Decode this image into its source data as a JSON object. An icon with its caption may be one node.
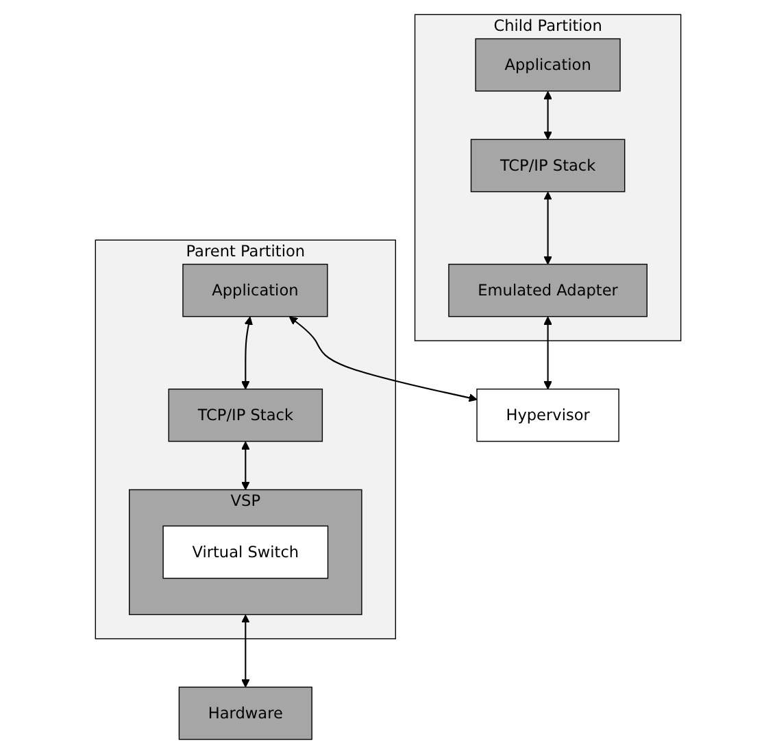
{
  "diagram": {
    "nodes": [
      {
        "text": [
          "Parent Partition"
        ]
      },
      {
        "text": [
          "Application"
        ],
        "in": 0
      },
      {
        "text": [
          "TCP/IP Stack"
        ],
        "in": 0
      },
      {
        "text": [
          "VSP"
        ],
        "in": 0
      },
      {
        "text": [
          "Virtual Switch"
        ],
        "in": 3
      },
      {
        "text": [
          "Child Partition"
        ]
      },
      {
        "text": [
          "Application"
        ],
        "in": 5
      },
      {
        "text": [
          "TCP/IP Stack"
        ],
        "in": 5
      },
      {
        "text": [
          "Emulated Adapter"
        ],
        "in": 5
      },
      {
        "text": [
          "Hardware"
        ]
      },
      {
        "text": [
          "Hypervisor"
        ]
      }
    ],
    "edges": [
      {
        "from": 1,
        "to": 2,
        "arrow": "both"
      },
      {
        "from": 2,
        "to": 3,
        "arrow": "both"
      },
      {
        "from": 3,
        "to": 9,
        "arrow": "both"
      },
      {
        "from": 1,
        "to": 10,
        "arrow": "both"
      },
      {
        "from": 6,
        "to": 7,
        "arrow": "both"
      },
      {
        "from": 7,
        "to": 8,
        "arrow": "both"
      },
      {
        "from": 8,
        "to": 10,
        "arrow": "both"
      }
    ]
  }
}
